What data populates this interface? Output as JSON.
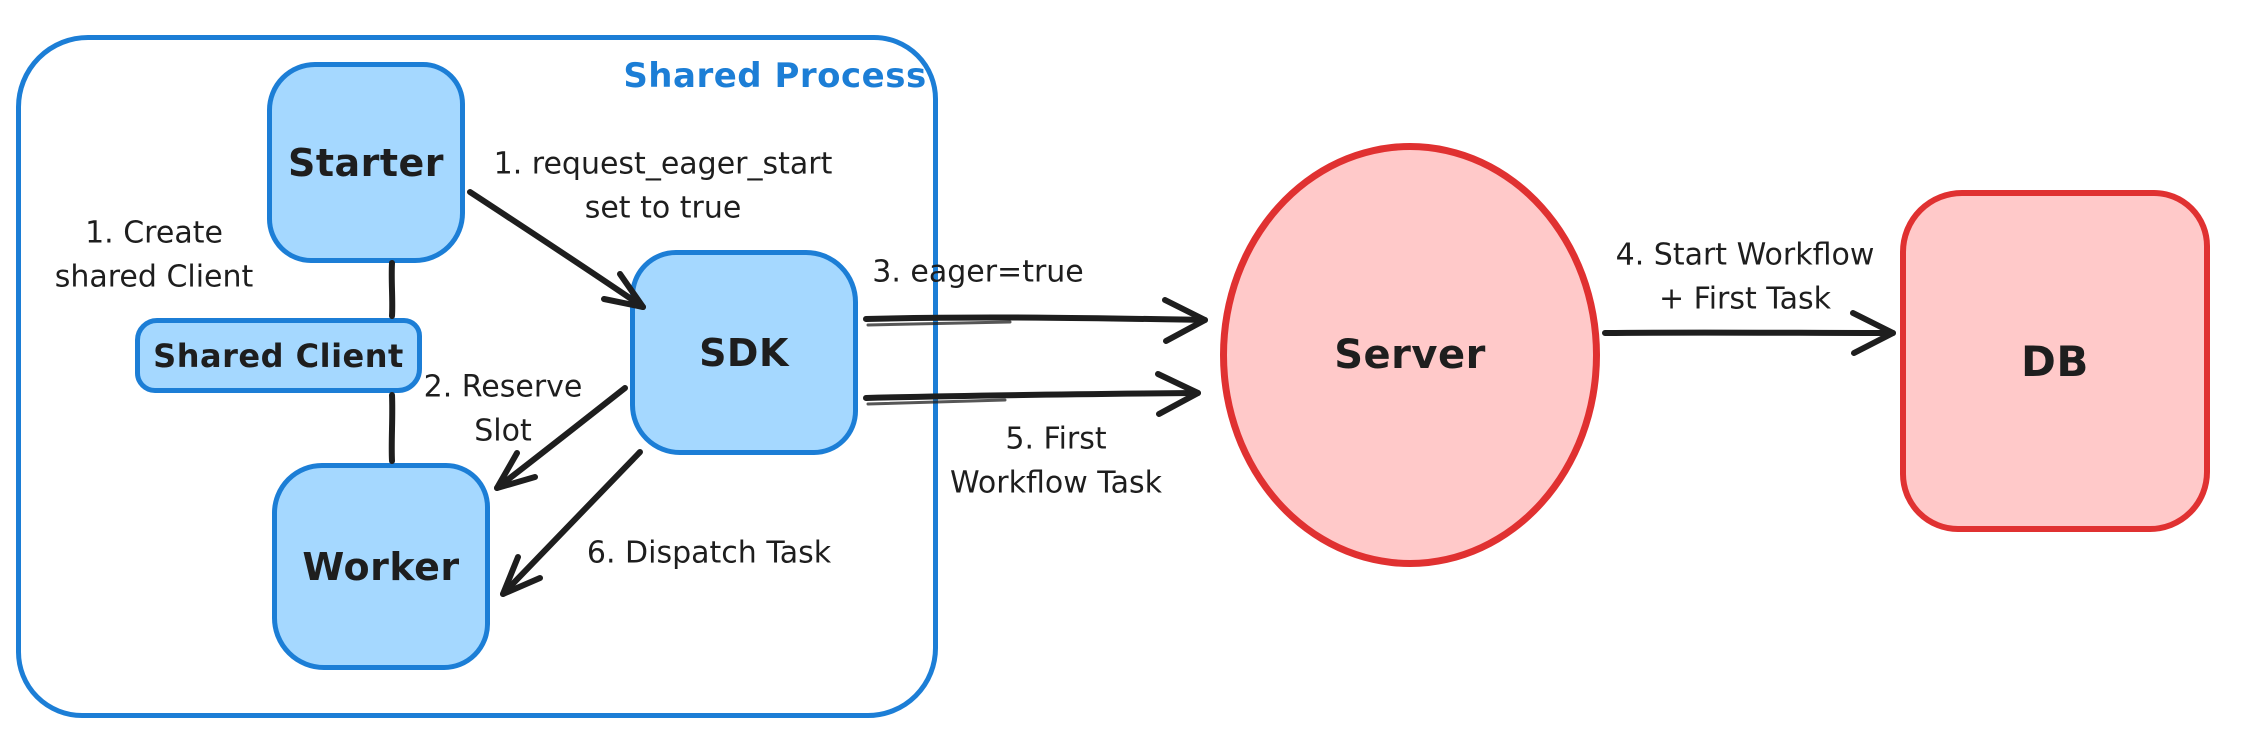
{
  "diagram": {
    "container": {
      "label": "Shared Process"
    },
    "nodes": {
      "starter": {
        "label": "Starter"
      },
      "shared_client": {
        "label": "Shared Client"
      },
      "worker": {
        "label": "Worker"
      },
      "sdk": {
        "label": "SDK"
      },
      "server": {
        "label": "Server"
      },
      "db": {
        "label": "DB"
      }
    },
    "annotations": {
      "create_shared_client": {
        "line1": "1. Create",
        "line2": "shared Client"
      },
      "request_eager_start": {
        "line1": "1. request_eager_start",
        "line2": "set to true"
      },
      "reserve_slot": {
        "line1": "2. Reserve",
        "line2": "Slot"
      },
      "eager_true": {
        "text": "3. eager=true"
      },
      "start_workflow_first_task": {
        "line1": "4. Start Workflow",
        "line2": "+ First Task"
      },
      "first_workflow_task": {
        "line1": "5. First",
        "line2": "Workflow Task"
      },
      "dispatch_task": {
        "text": "6. Dispatch Task"
      }
    },
    "colors": {
      "blue_stroke": "#1c7ed6",
      "blue_fill": "#a5d8ff",
      "red_stroke": "#e03131",
      "red_fill": "#ffc9c9",
      "ink": "#1e1e1e",
      "background": "#ffffff"
    }
  }
}
